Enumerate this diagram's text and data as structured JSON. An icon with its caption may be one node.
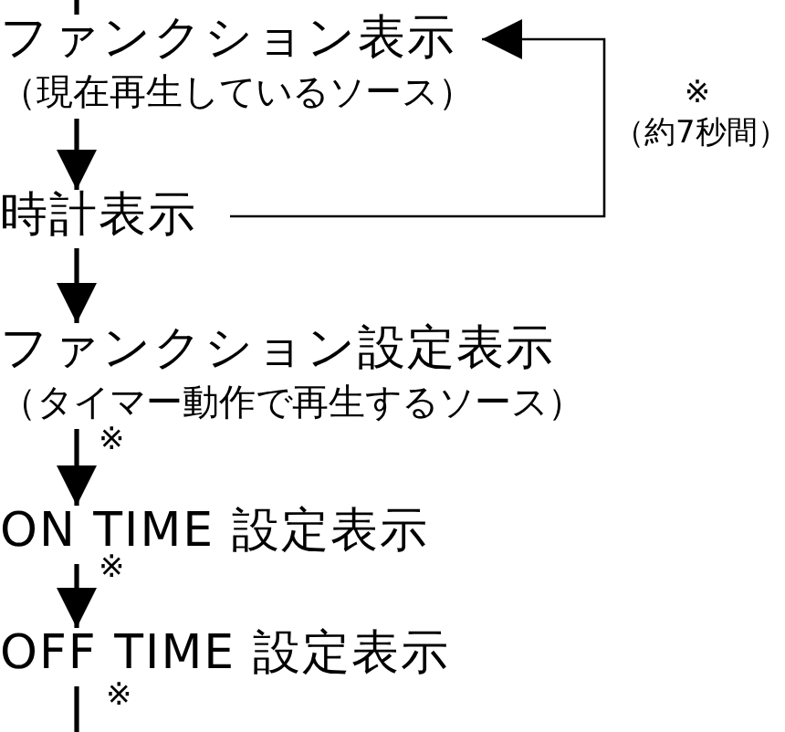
{
  "diagram": {
    "nodes": [
      {
        "text": [
          "ファンクション表示",
          "（現在再生しているソース）"
        ]
      },
      {
        "text": [
          "時計表示"
        ]
      },
      {
        "text": [
          "ファンクション設定表示",
          "（タイマー動作で再生するソース）"
        ]
      },
      {
        "text": [
          "ON TIME 設定表示"
        ]
      },
      {
        "text": [
          "OFF TIME 設定表示"
        ]
      }
    ],
    "edges": [
      {
        "from": null,
        "to": 0,
        "arrow": "none"
      },
      {
        "from": 0,
        "to": 1,
        "arrow": "to"
      },
      {
        "from": 1,
        "to": 0,
        "arrow": "to",
        "label": "※ （約7秒間）"
      },
      {
        "from": 1,
        "to": 2,
        "arrow": "to"
      },
      {
        "from": 2,
        "to": 3,
        "arrow": "to",
        "label": "※"
      },
      {
        "from": 3,
        "to": 4,
        "arrow": "to",
        "label": "※"
      },
      {
        "from": 4,
        "to": null,
        "arrow": "none",
        "label": "※"
      }
    ]
  }
}
